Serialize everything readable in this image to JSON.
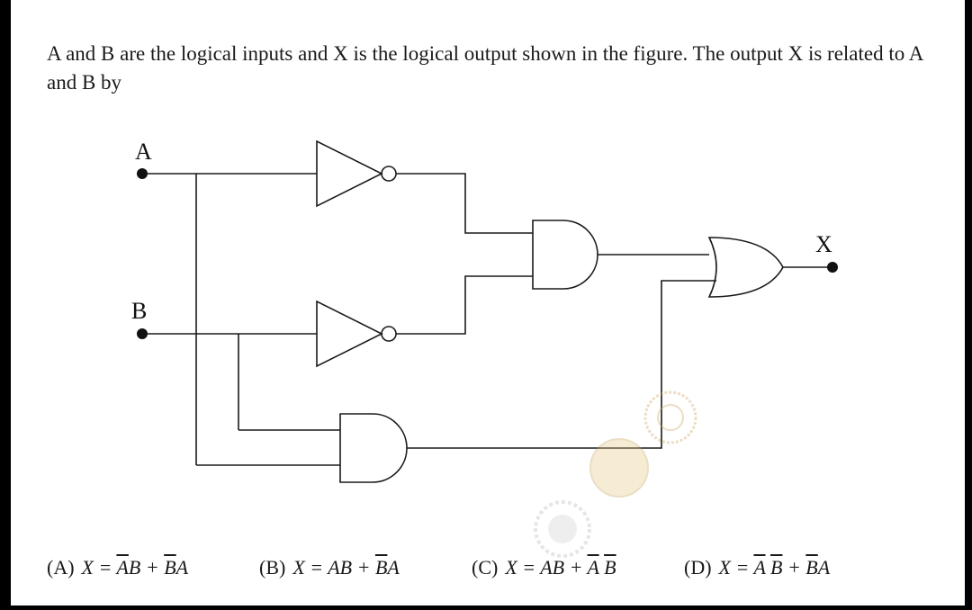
{
  "question": {
    "text": "A and B are the logical inputs and X is the logical output shown in the figure. The output X is related to A and B by"
  },
  "diagram": {
    "input_a_label": "A",
    "input_b_label": "B",
    "output_label": "X",
    "gates": [
      "not-gate",
      "not-gate",
      "and-gate",
      "and-gate",
      "or-gate"
    ]
  },
  "options": [
    {
      "label": "(A)",
      "parts": [
        [
          "X = ",
          ""
        ],
        [
          "A",
          "ov"
        ],
        [
          "B + ",
          ""
        ],
        [
          "B",
          "ov"
        ],
        [
          "A",
          ""
        ]
      ]
    },
    {
      "label": "(B)",
      "parts": [
        [
          "X = AB + ",
          ""
        ],
        [
          "B",
          "ov"
        ],
        [
          "A",
          ""
        ]
      ]
    },
    {
      "label": "(C)",
      "parts": [
        [
          "X = AB + ",
          ""
        ],
        [
          "A",
          "ov"
        ],
        [
          " ",
          ""
        ],
        [
          "B",
          "ov"
        ]
      ]
    },
    {
      "label": "(D)",
      "parts": [
        [
          "X = ",
          ""
        ],
        [
          "A",
          "ov"
        ],
        [
          " ",
          ""
        ],
        [
          "B",
          "ov"
        ],
        [
          " + ",
          ""
        ],
        [
          "B",
          "ov"
        ],
        [
          "A",
          ""
        ]
      ]
    }
  ],
  "colors": {
    "ink": "#1a1a1a",
    "watermark": "#c9a15a"
  }
}
